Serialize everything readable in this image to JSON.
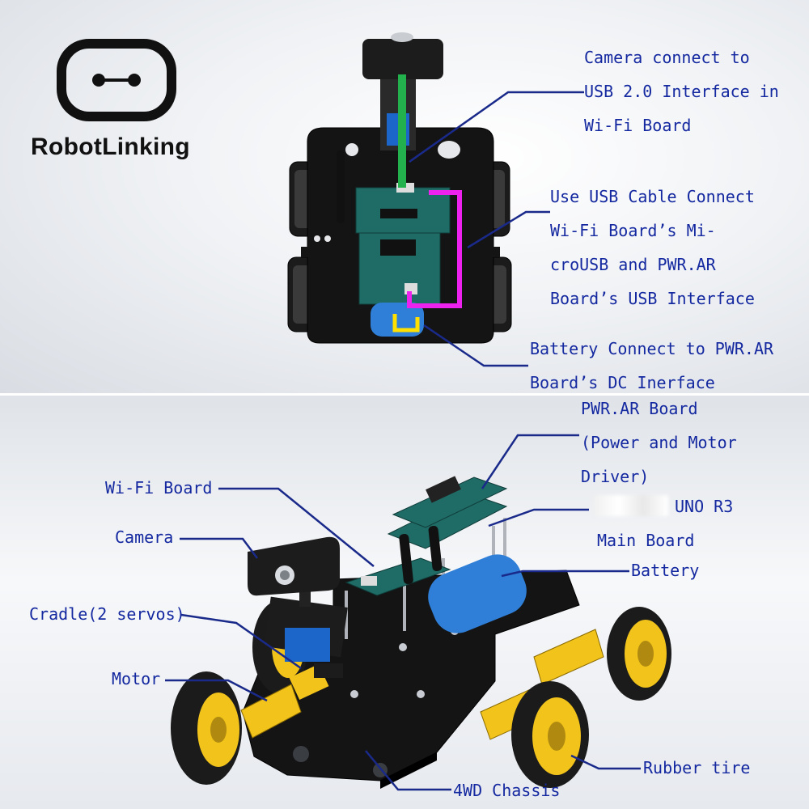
{
  "brand": {
    "name": "RobotLinking"
  },
  "top_labels": {
    "camera": [
      "Camera connect to",
      "USB 2.0 Interface in",
      "Wi-Fi Board"
    ],
    "usb_cable": [
      "Use USB Cable Connect",
      "Wi-Fi Board’s Mi-",
      "croUSB and PWR.AR",
      "Board’s USB Interface"
    ],
    "battery": [
      "Battery Connect to PWR.AR",
      "Board’s DC Inerface"
    ]
  },
  "bottom_labels": {
    "pwr_board": [
      "PWR.AR Board",
      "(Power and Motor",
      "Driver)"
    ],
    "uno": [
      "UNO R3",
      "Main Board"
    ],
    "battery": "Battery",
    "wifi_board": "Wi-Fi Board",
    "camera": "Camera",
    "cradle": "Cradle(2 servos)",
    "motor": "Motor",
    "rubber_tire": "Rubber tire",
    "chassis": "4WD Chassis"
  },
  "colors": {
    "label_blue": "#1428a0",
    "leader_line": "#1a2a8a",
    "usb_wire_green": "#22b14c",
    "usb_wire_magenta": "#ee22ee",
    "dc_wire_yellow": "#ffe000",
    "chassis_black": "#141414",
    "board_teal": "#1f6b66",
    "motor_yellow": "#f2c31a",
    "battery_blue": "#2f7fd8"
  }
}
